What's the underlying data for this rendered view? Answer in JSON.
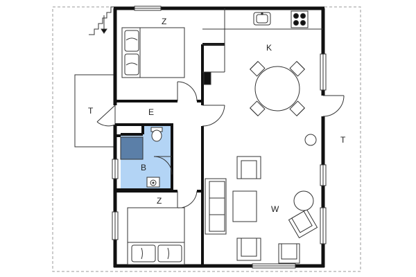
{
  "floorplan": {
    "room_labels": {
      "bedroom_top": "Z",
      "kitchen": "K",
      "terrace_left": "T",
      "hall": "E",
      "bathroom": "B",
      "terrace_right": "T",
      "bedroom_bottom": "Z",
      "living_room": "W"
    },
    "colors": {
      "wall": "#111111",
      "line": "#333333",
      "bathroom_fill": "#b3d4f5",
      "bathroom_dark": "#5b7fa8",
      "dashed_outline": "#9a9a9a"
    }
  }
}
